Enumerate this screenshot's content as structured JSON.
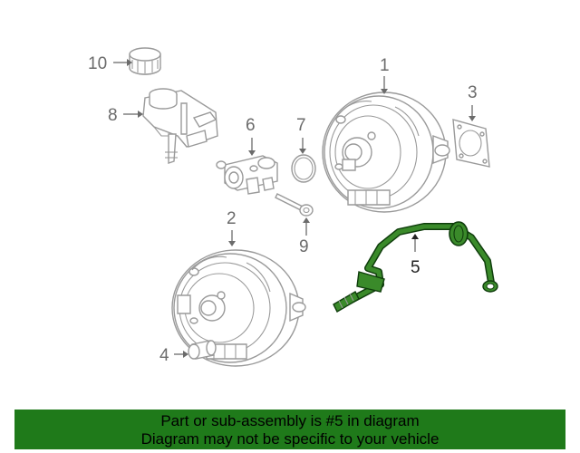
{
  "callouts": {
    "c1": "1",
    "c2": "2",
    "c3": "3",
    "c4": "4",
    "c5": "5",
    "c6": "6",
    "c7": "7",
    "c8": "8",
    "c9": "9",
    "c10": "10"
  },
  "highlight_part": "5",
  "colors": {
    "highlight_fill": "#3a8a2a",
    "highlight_stroke": "#0f3d0c",
    "part_stroke": "#9a9a9a",
    "callout_text": "#6b6b6b",
    "banner_bg": "#1f7a1a"
  },
  "banner": {
    "line1": "Part or sub-assembly is #5 in diagram",
    "line2": "Diagram may not be specific to your vehicle"
  }
}
